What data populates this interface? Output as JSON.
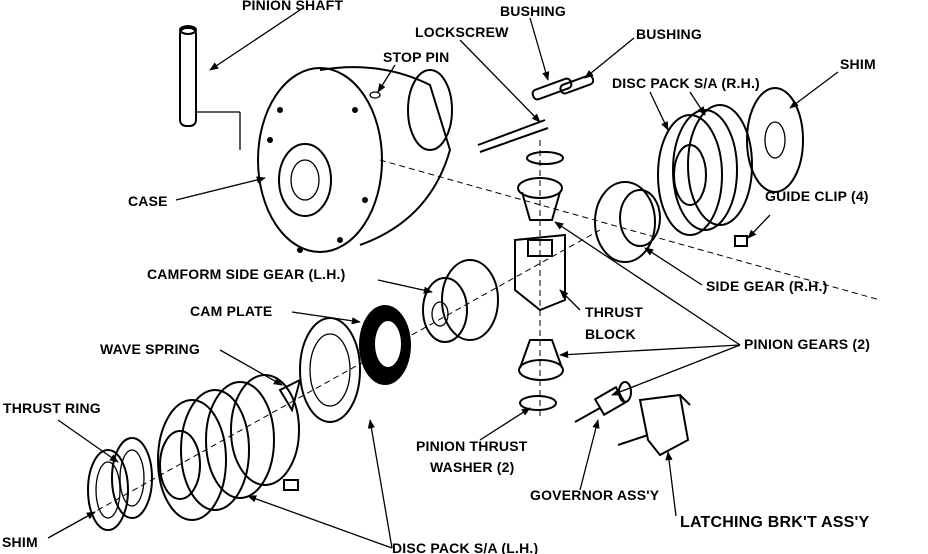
{
  "title": "Differential exploded view",
  "labels": {
    "pinion_shaft": "PINION SHAFT",
    "bushing_top": "BUSHING",
    "lockscrew": "LOCKSCREW",
    "bushing_right": "BUSHING",
    "stop_pin": "STOP PIN",
    "shim_rh": "SHIM",
    "disc_pack_rh": "DISC PACK S/A (R.H.)",
    "case": "CASE",
    "guide_clip": "GUIDE CLIP (4)",
    "camform_side_gear": "CAMFORM SIDE GEAR (L.H.)",
    "side_gear_rh": "SIDE GEAR (R.H.)",
    "cam_plate": "CAM PLATE",
    "thrust_block_1": "THRUST",
    "thrust_block_2": "BLOCK",
    "wave_spring": "WAVE SPRING",
    "pinion_gears": "PINION GEARS (2)",
    "thrust_ring": "THRUST RING",
    "pinion_thrust_washer_1": "PINION THRUST",
    "pinion_thrust_washer_2": "WASHER (2)",
    "governor": "GOVERNOR ASS'Y",
    "latching_bracket": "LATCHING BRK'T ASS'Y",
    "shim_lh": "SHIM",
    "disc_pack_lh": "DISC PACK S/A (L.H.)"
  }
}
